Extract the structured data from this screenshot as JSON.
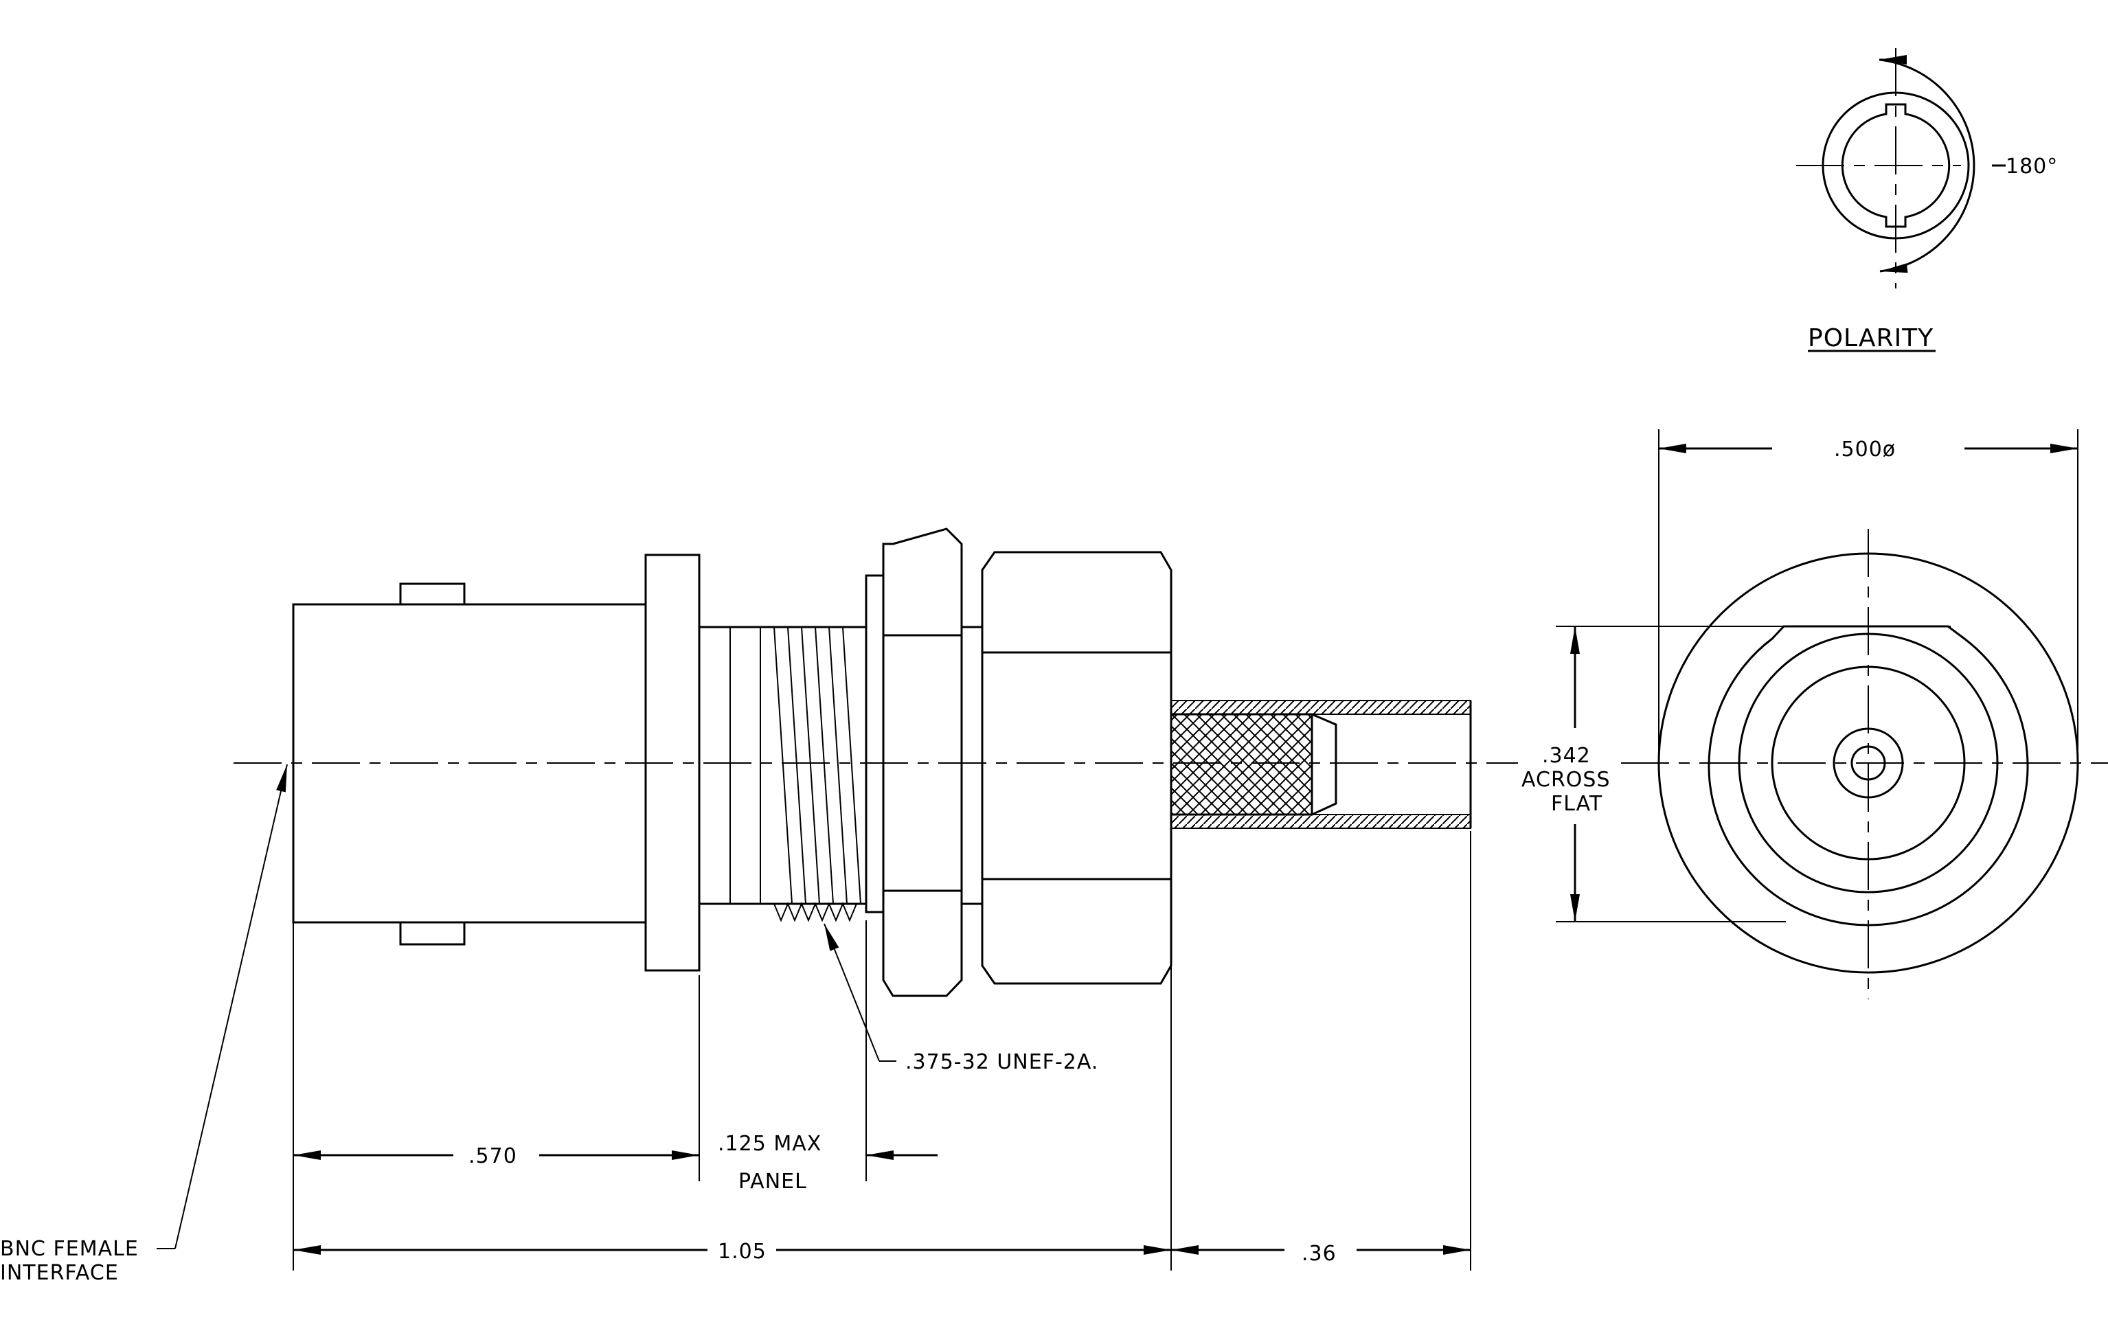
{
  "title": "POLARITY",
  "polarity": {
    "angle_label": "180°"
  },
  "dimensions": {
    "overall_diameter": ".500ø",
    "across_flat_value": ".342",
    "across_flat_line1": "ACROSS",
    "across_flat_line2": "FLAT",
    "flange_to_panel": ".570",
    "panel_max": ".125 MAX",
    "panel_word": "PANEL",
    "body_length": "1.05",
    "crimp_length": ".36"
  },
  "callouts": {
    "thread": ".375-32 UNEF-2A.",
    "interface_line1": "BNC FEMALE",
    "interface_line2": "INTERFACE"
  }
}
